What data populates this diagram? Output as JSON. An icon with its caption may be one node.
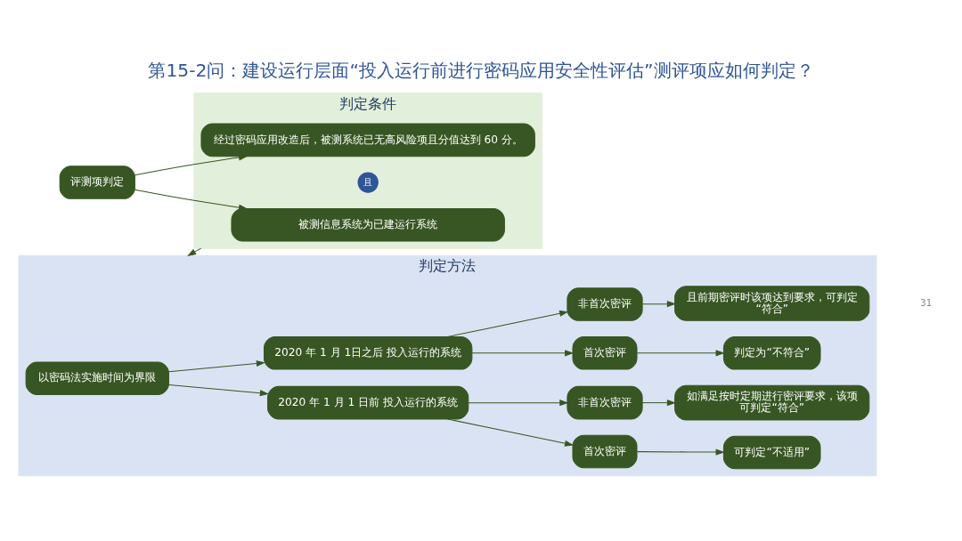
{
  "diagram": {
    "title": "第15-2问：建设运行层面“投入运行前进行密码应用安全性评估”测评项应如何判定？",
    "nodes": [
      {
        "text": [
          "评测项判定"
        ]
      },
      {
        "text": [
          "判定条件"
        ]
      },
      {
        "text": [
          "被测信息系统为已建运行系统"
        ],
        "in": 1
      },
      {
        "text": [
          "且"
        ],
        "in": 1
      },
      {
        "text": [
          "经过密码应用改造后，被测系统已无高风险项且分值达到 60 分。"
        ],
        "in": 1
      },
      {
        "text": [
          "判定方法"
        ]
      },
      {
        "text": [
          "以密码法实施时间为界限"
        ],
        "in": 5
      },
      {
        "text": [
          "2020 年 1 月 1 日前 投入运行的系统"
        ],
        "in": 5
      },
      {
        "text": [
          "2020 年 1 月 1日之后 投入运行的系统"
        ],
        "in": 5
      },
      {
        "text": [
          "首次密评"
        ],
        "in": 5
      },
      {
        "text": [
          "非首次密评"
        ],
        "in": 5
      },
      {
        "text": [
          "首次密评"
        ],
        "in": 5
      },
      {
        "text": [
          "非首次密评"
        ],
        "in": 5
      },
      {
        "text": [
          "可判定“不适用”"
        ],
        "in": 5
      },
      {
        "text": [
          "如满足按时定期进行密评要求，该项可判定“符合”"
        ],
        "in": 5
      },
      {
        "text": [
          "判定为“不符合”"
        ],
        "in": 5
      },
      {
        "text": [
          "且前期密评时该项达到要求，可判定“符合”"
        ],
        "in": 5
      }
    ],
    "edges": [
      {
        "from": 0,
        "to": 2,
        "arrow": "to"
      },
      {
        "from": 0,
        "to": 4,
        "arrow": "to"
      },
      {
        "from": 1,
        "to": 5,
        "arrow": "to"
      },
      {
        "from": 6,
        "to": 7,
        "arrow": "to"
      },
      {
        "from": 6,
        "to": 8,
        "arrow": "to"
      },
      {
        "from": 7,
        "to": 9,
        "arrow": "to"
      },
      {
        "from": 7,
        "to": 10,
        "arrow": "to"
      },
      {
        "from": 8,
        "to": 11,
        "arrow": "to"
      },
      {
        "from": 8,
        "to": 12,
        "arrow": "to"
      },
      {
        "from": 9,
        "to": 13,
        "arrow": "to"
      },
      {
        "from": 10,
        "to": 14,
        "arrow": "to"
      },
      {
        "from": 11,
        "to": 15,
        "arrow": "to"
      },
      {
        "from": 12,
        "to": 16,
        "arrow": "to"
      }
    ],
    "labels": [
      "31"
    ]
  }
}
